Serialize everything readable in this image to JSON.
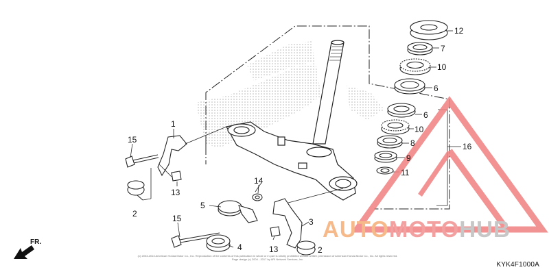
{
  "callouts": {
    "c12": "12",
    "c7": "7",
    "c10a": "10",
    "c6a": "6",
    "c6b": "6",
    "c10b": "10",
    "c8": "8",
    "c9": "9",
    "c11": "11",
    "c16": "16",
    "c1": "1",
    "c15a": "15",
    "c13a": "13",
    "c2a": "2",
    "c14": "14",
    "c5": "5",
    "c3": "3",
    "c15b": "15",
    "c4": "4",
    "c13b": "13",
    "c2b": "2"
  },
  "direction_label": "FR.",
  "diagram_code": "KYK4F1000A",
  "copyright": {
    "line1": "(c) 2003-2013 American Honda Motor Co., Inc. Reproduction of the contents of this publication in whole or in part is strictly prohibited without written permission of American Honda Motor Co., Inc. All rights reserved.",
    "line2": "Page design (c) 2004 - 2017 by ARI Network Services, Inc."
  },
  "watermark": {
    "part1": "AUTO",
    "part2": "MOTO",
    "part3": "HUB"
  },
  "colors": {
    "watermark_orange": "#f5b98a",
    "watermark_red": "#f08080",
    "watermark_gray": "#c7c7c7"
  }
}
